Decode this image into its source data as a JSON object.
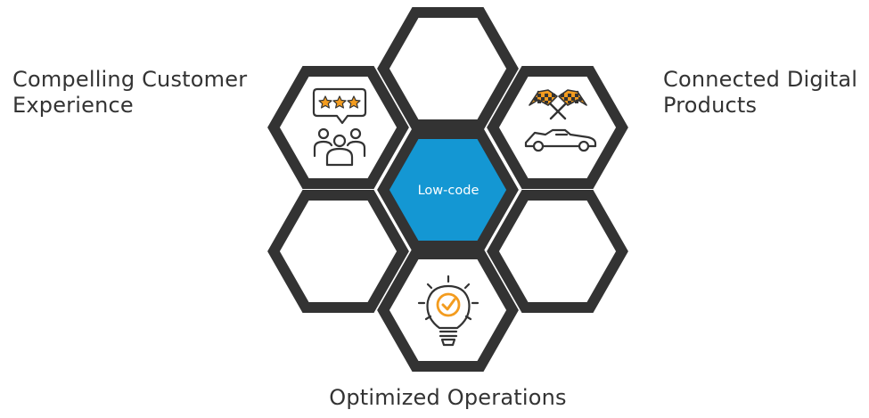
{
  "diagram": {
    "center_label": "Low-code",
    "labels": {
      "left": [
        "Compelling Customer",
        "Experience"
      ],
      "right": [
        "Connected Digital",
        "Products"
      ],
      "bottom": "Optimized Operations"
    },
    "hexagons": [
      {
        "position": "top",
        "content": "empty"
      },
      {
        "position": "upper-left",
        "content": "customer-review-icon"
      },
      {
        "position": "upper-right",
        "content": "racing-flags-car-icon"
      },
      {
        "position": "center",
        "content": "Low-code"
      },
      {
        "position": "lower-left",
        "content": "empty"
      },
      {
        "position": "lower-right",
        "content": "empty"
      },
      {
        "position": "bottom",
        "content": "lightbulb-check-icon"
      }
    ],
    "colors": {
      "hex_outline": "#333333",
      "center_fill": "#1497d3",
      "icon_accent": "#f39c1f",
      "text": "#333333"
    }
  }
}
